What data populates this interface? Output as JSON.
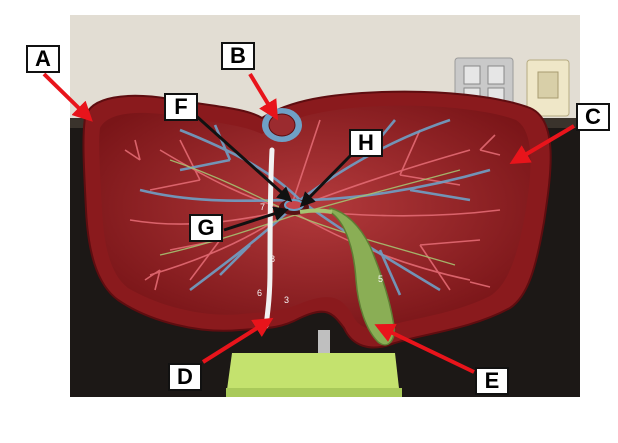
{
  "labels": {
    "a": "A",
    "b": "B",
    "c": "C",
    "d": "D",
    "e": "E",
    "f": "F",
    "g": "G",
    "h": "H"
  },
  "colors": {
    "red_arrow": "#e8141b",
    "black_arrow": "#111111",
    "liver_surface": "#8e1c1f",
    "artery": "#e36a73",
    "vein": "#6fa0c6",
    "bile_duct": "#a6c271",
    "gallbladder": "#8aae55",
    "ligament": "#f2f2f2",
    "stand": "#c4e26e"
  },
  "model_markings": [
    "7",
    "8",
    "6",
    "3",
    "5"
  ]
}
